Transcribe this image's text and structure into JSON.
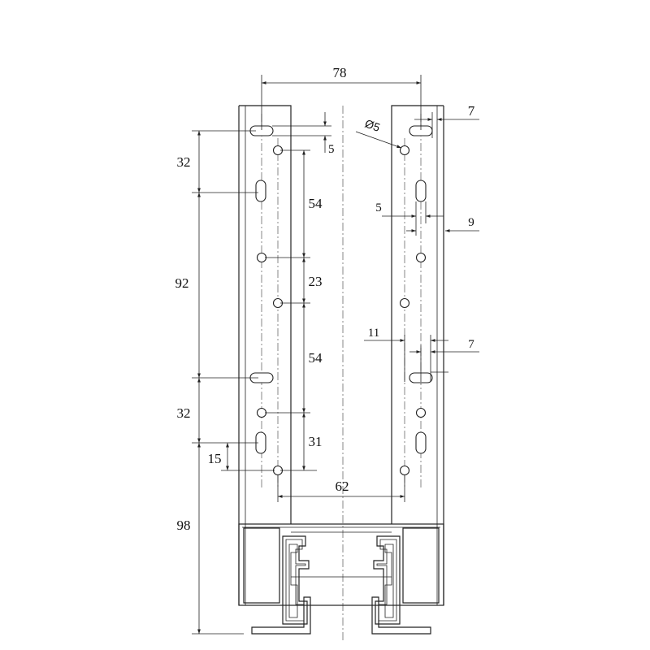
{
  "diagram": {
    "dimensions": {
      "d78": "78",
      "d7_top": "7",
      "d5_dia": "Ø5",
      "d5_top": "5",
      "d32_top": "32",
      "d54_top": "54",
      "d5_mid": "5",
      "d9": "9",
      "d92": "92",
      "d23": "23",
      "d11": "11",
      "d7_mid": "7",
      "d54_bot": "54",
      "d32_bot": "32",
      "d31": "31",
      "d15": "15",
      "d62": "62",
      "d98": "98"
    }
  }
}
